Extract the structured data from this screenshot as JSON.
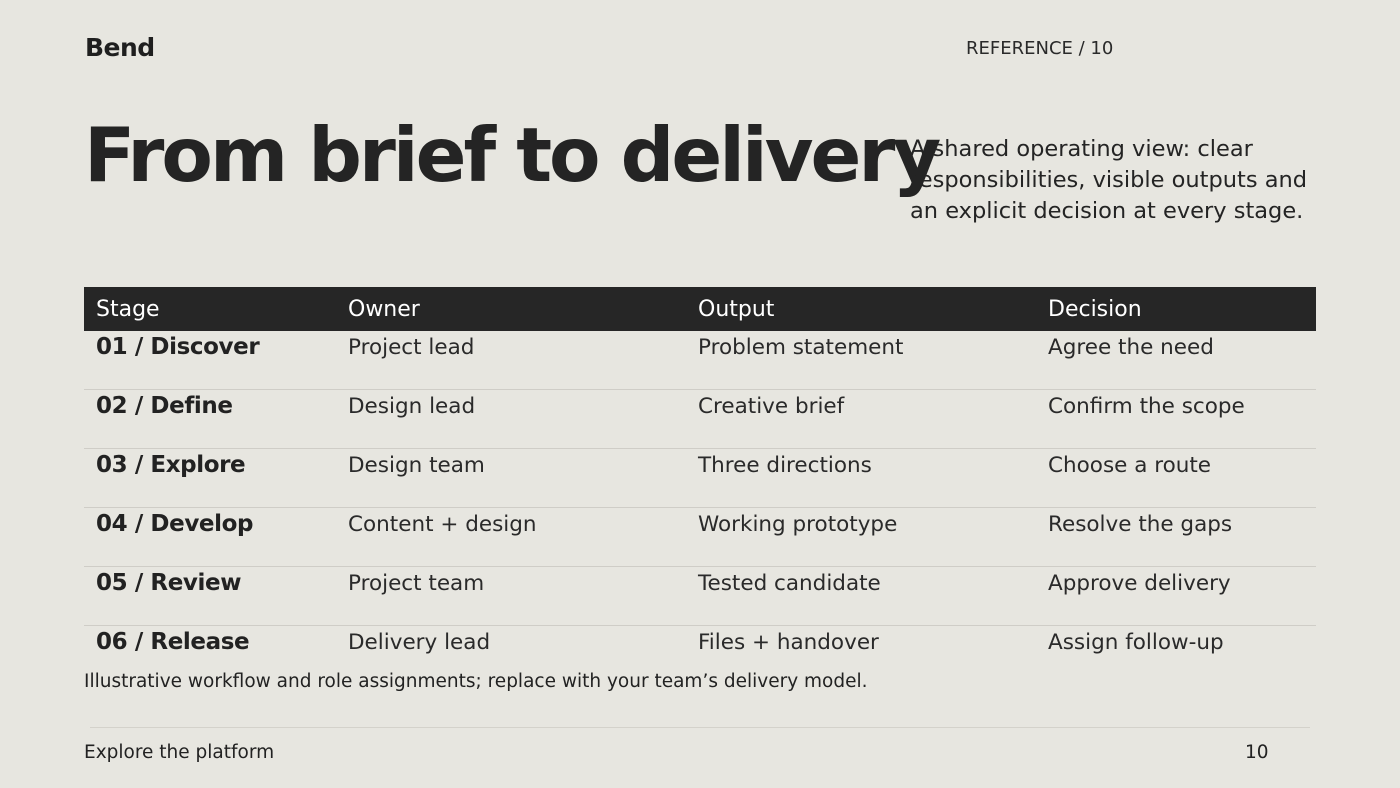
{
  "header": {
    "brand": "Bend",
    "reference": "REFERENCE / 10"
  },
  "hero": {
    "title": "From brief to delivery",
    "intro": "A shared operating view: clear responsibilities, visible outputs and an explicit decision at every stage."
  },
  "table": {
    "columns": [
      "Stage",
      "Owner",
      "Output",
      "Decision"
    ],
    "rows": [
      {
        "stage": "01 / Discover",
        "owner": "Project lead",
        "output": "Problem statement",
        "decision": "Agree the need"
      },
      {
        "stage": "02 / Define",
        "owner": "Design lead",
        "output": "Creative brief",
        "decision": "Confirm the scope"
      },
      {
        "stage": "03 / Explore",
        "owner": "Design team",
        "output": "Three directions",
        "decision": "Choose a route"
      },
      {
        "stage": "04 / Develop",
        "owner": "Content + design",
        "output": "Working prototype",
        "decision": "Resolve the gaps"
      },
      {
        "stage": "05 / Review",
        "owner": "Project team",
        "output": "Tested candidate",
        "decision": "Approve delivery"
      },
      {
        "stage": "06 / Release",
        "owner": "Delivery lead",
        "output": "Files + handover",
        "decision": "Assign follow-up"
      }
    ]
  },
  "note": "Illustrative workflow and role assignments; replace with your team’s delivery model.",
  "footer": {
    "link": "Explore the platform",
    "page_number": "10"
  }
}
